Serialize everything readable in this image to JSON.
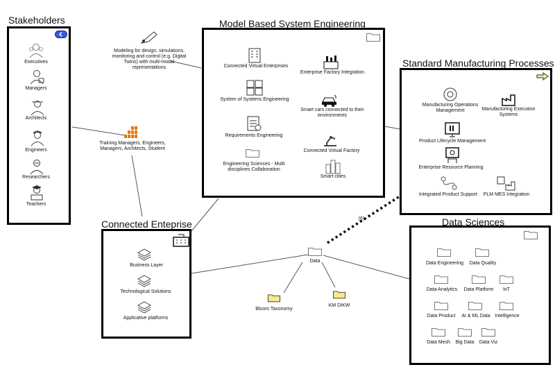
{
  "stakeholders": {
    "title": "Stakeholders",
    "items": [
      "Executives",
      "Managers",
      "Architects",
      "Engineers",
      "Researchers",
      "Teachers"
    ]
  },
  "mbse": {
    "title": "Model Based System Engineering",
    "items": [
      "Connected Virtual Enterprises",
      "Enterprise Factory Integration",
      "System of Systems Engineering",
      "Smart cars connected to their environments",
      "Requirements Engineering",
      "Connected Virtual Factory",
      "Engineering Sciences - Multi disciplines Collaboration",
      "Smart cities"
    ]
  },
  "smp": {
    "title": "Standard Manufacturing Processes",
    "items": [
      "Manufacturing Operations Management",
      "Manufacturing Execution Systems",
      "Product Lifecycle Management",
      "Enterprise Resource Planning",
      "Integrated Product Support",
      "PLM MES Integration"
    ]
  },
  "connected": {
    "title": "Connected Enteprise",
    "items": [
      "Business Layer",
      "Technological Solutions",
      "Applicative platforms"
    ]
  },
  "data_sciences": {
    "title": "Data Sciences",
    "items": [
      "Data Engineering",
      "Data Quality",
      "Data Analytics",
      "Data Platform",
      "IoT",
      "Data Product",
      "AI & ML Data",
      "Intelligence",
      "Data Mesh",
      "Big Data",
      "Data Viz"
    ]
  },
  "floating": {
    "modeling": "Modeling for design, simulations, monitoring and control (e.g. Digital Twins) with multi-modal representations",
    "training": "Training Managers, Engineers, Managers, Architects, Student",
    "data": "Data",
    "bloom": "Bloom Taxonomy",
    "km": "KM DIKW",
    "dotted_label": "(6)"
  },
  "colors": {
    "note_yellow": "#fce88a",
    "toggle_blue": "#3b5bdb",
    "chart_orange": "#e67700"
  }
}
